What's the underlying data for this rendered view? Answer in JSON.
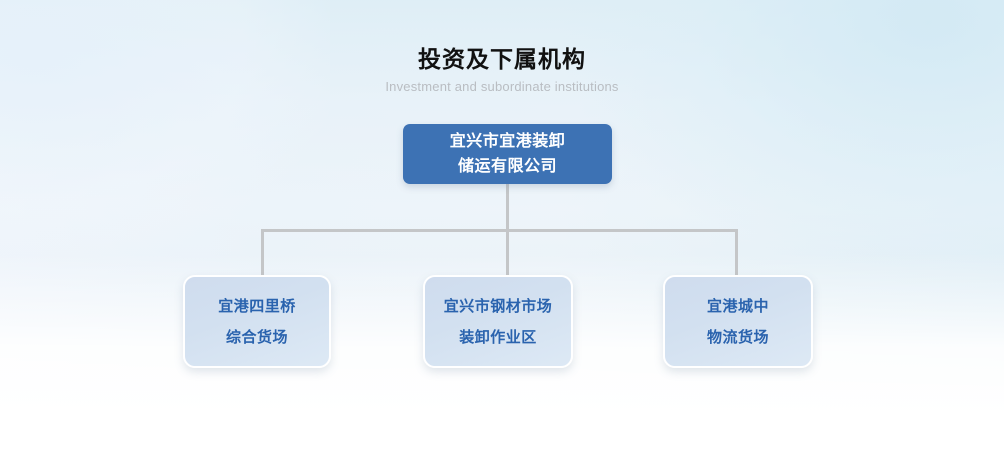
{
  "header": {
    "title": "投资及下属机构",
    "subtitle": "Investment and subordinate institutions"
  },
  "org_chart": {
    "root": {
      "lines": [
        "宜兴市宜港装卸",
        "储运有限公司"
      ],
      "box_color": "#3d72b4",
      "text_color": "#ffffff"
    },
    "children": [
      {
        "lines": [
          "宜港四里桥",
          "综合货场"
        ],
        "box_color": "#d2e0f0",
        "text_color": "#2a63ae"
      },
      {
        "lines": [
          "宜兴市钢材市场",
          "装卸作业区"
        ],
        "box_color": "#d2e0f0",
        "text_color": "#2a63ae"
      },
      {
        "lines": [
          "宜港城中",
          "物流货场"
        ],
        "box_color": "#d2e0f0",
        "text_color": "#2a63ae"
      }
    ],
    "connector_color": "#c4c6c8"
  }
}
